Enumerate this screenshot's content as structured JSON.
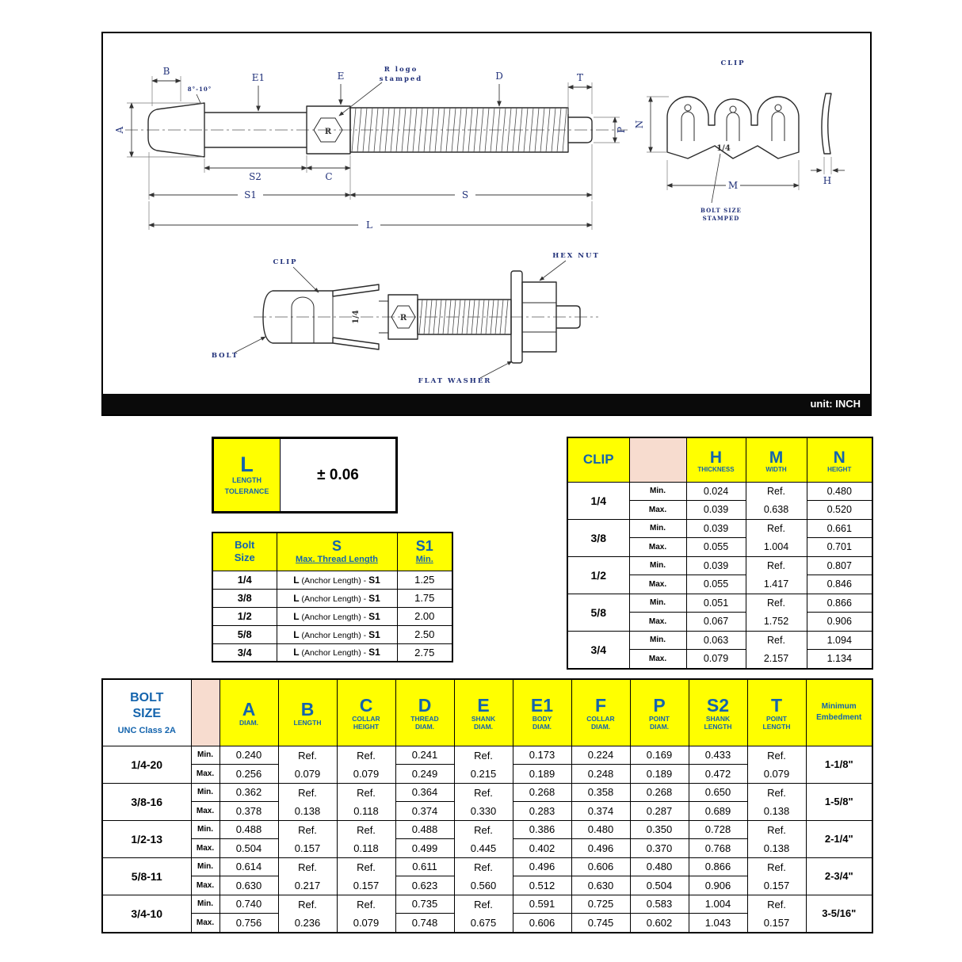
{
  "unit_label": "unit: INCH",
  "labels": {
    "min": "Min.",
    "max": "Max."
  },
  "drawing": {
    "dims": {
      "A": "A",
      "B": "B",
      "C": "C",
      "D": "D",
      "E": "E",
      "E1": "E1",
      "T": "T",
      "P": "P",
      "S": "S",
      "S1": "S1",
      "S2": "S2",
      "L": "L",
      "M": "M",
      "N": "N",
      "H": "H"
    },
    "annotations": {
      "angle": "8°-10°",
      "r_logo_1": "R logo",
      "r_logo_2": "stamped",
      "r_stamp": "R",
      "size_stamp": "1/4",
      "clip_view_title": "CLIP",
      "bolt_size_stamped_1": "BOLT SIZE",
      "bolt_size_stamped_2": "STAMPED",
      "clip_label": "CLIP",
      "hex_nut_label": "HEX NUT",
      "bolt_label": "BOLT",
      "flat_washer_label": "FLAT WASHER"
    }
  },
  "tolerance_table": {
    "symbol": "L",
    "line1": "LENGTH",
    "line2": "TOLERANCE",
    "value": "± 0.06"
  },
  "thread_table": {
    "header": {
      "col1_line1": "Bolt",
      "col1_line2": "Size",
      "col2_sym": "S",
      "col2_sub": "Max. Thread Length",
      "col3_sym": "S1",
      "col3_sub": "Min."
    },
    "formula": {
      "b1": "L",
      "mid": " (Anchor Length) - ",
      "b2": "S1"
    },
    "rows": [
      {
        "size": "1/4",
        "val": "1.25"
      },
      {
        "size": "3/8",
        "val": "1.75"
      },
      {
        "size": "1/2",
        "val": "2.00"
      },
      {
        "size": "5/8",
        "val": "2.50"
      },
      {
        "size": "3/4",
        "val": "2.75"
      }
    ]
  },
  "clip_table": {
    "title": "CLIP",
    "columns": [
      {
        "sym": "H",
        "sub": "THICKNESS"
      },
      {
        "sym": "M",
        "sub": "WIDTH"
      },
      {
        "sym": "N",
        "sub": "HEIGHT"
      }
    ],
    "rows": [
      {
        "size": "1/4",
        "h_min": "0.024",
        "h_max": "0.039",
        "m_ref": "Ref.",
        "m_val": "0.638",
        "n_min": "0.480",
        "n_max": "0.520"
      },
      {
        "size": "3/8",
        "h_min": "0.039",
        "h_max": "0.055",
        "m_ref": "Ref.",
        "m_val": "1.004",
        "n_min": "0.661",
        "n_max": "0.701"
      },
      {
        "size": "1/2",
        "h_min": "0.039",
        "h_max": "0.055",
        "m_ref": "Ref.",
        "m_val": "1.417",
        "n_min": "0.807",
        "n_max": "0.846"
      },
      {
        "size": "5/8",
        "h_min": "0.051",
        "h_max": "0.067",
        "m_ref": "Ref.",
        "m_val": "1.752",
        "n_min": "0.866",
        "n_max": "0.906"
      },
      {
        "size": "3/4",
        "h_min": "0.063",
        "h_max": "0.079",
        "m_ref": "Ref.",
        "m_val": "2.157",
        "n_min": "1.094",
        "n_max": "1.134"
      }
    ]
  },
  "main_table": {
    "title1": "BOLT",
    "title2": "SIZE",
    "title3": "UNC Class 2A",
    "embed_label": "Minimum\nEmbedment",
    "columns": [
      {
        "sym": "A",
        "sub": "DIAM."
      },
      {
        "sym": "B",
        "sub": "LENGTH"
      },
      {
        "sym": "C",
        "sub": "COLLAR\nHEIGHT"
      },
      {
        "sym": "D",
        "sub": "THREAD\nDIAM."
      },
      {
        "sym": "E",
        "sub": "SHANK\nDIAM."
      },
      {
        "sym": "E1",
        "sub": "BODY\nDIAM."
      },
      {
        "sym": "F",
        "sub": "COLLAR\nDIAM."
      },
      {
        "sym": "P",
        "sub": "POINT\nDIAM."
      },
      {
        "sym": "S2",
        "sub": "SHANK\nLENGTH"
      },
      {
        "sym": "T",
        "sub": "POINT\nLENGTH"
      }
    ],
    "rows": [
      {
        "size": "1/4-20",
        "a_min": "0.240",
        "a_max": "0.256",
        "b_ref": "Ref.",
        "b_val": "0.079",
        "c_ref": "Ref.",
        "c_val": "0.079",
        "d_min": "0.241",
        "d_max": "0.249",
        "e_ref": "Ref.",
        "e_val": "0.215",
        "e1_min": "0.173",
        "e1_max": "0.189",
        "f_min": "0.224",
        "f_max": "0.248",
        "p_min": "0.169",
        "p_max": "0.189",
        "s2_min": "0.433",
        "s2_max": "0.472",
        "t_ref": "Ref.",
        "t_val": "0.079",
        "embed": "1-1/8\""
      },
      {
        "size": "3/8-16",
        "a_min": "0.362",
        "a_max": "0.378",
        "b_ref": "Ref.",
        "b_val": "0.138",
        "c_ref": "Ref.",
        "c_val": "0.118",
        "d_min": "0.364",
        "d_max": "0.374",
        "e_ref": "Ref.",
        "e_val": "0.330",
        "e1_min": "0.268",
        "e1_max": "0.283",
        "f_min": "0.358",
        "f_max": "0.374",
        "p_min": "0.268",
        "p_max": "0.287",
        "s2_min": "0.650",
        "s2_max": "0.689",
        "t_ref": "Ref.",
        "t_val": "0.138",
        "embed": "1-5/8\""
      },
      {
        "size": "1/2-13",
        "a_min": "0.488",
        "a_max": "0.504",
        "b_ref": "Ref.",
        "b_val": "0.157",
        "c_ref": "Ref.",
        "c_val": "0.118",
        "d_min": "0.488",
        "d_max": "0.499",
        "e_ref": "Ref.",
        "e_val": "0.445",
        "e1_min": "0.386",
        "e1_max": "0.402",
        "f_min": "0.480",
        "f_max": "0.496",
        "p_min": "0.350",
        "p_max": "0.370",
        "s2_min": "0.728",
        "s2_max": "0.768",
        "t_ref": "Ref.",
        "t_val": "0.138",
        "embed": "2-1/4\""
      },
      {
        "size": "5/8-11",
        "a_min": "0.614",
        "a_max": "0.630",
        "b_ref": "Ref.",
        "b_val": "0.217",
        "c_ref": "Ref.",
        "c_val": "0.157",
        "d_min": "0.611",
        "d_max": "0.623",
        "e_ref": "Ref.",
        "e_val": "0.560",
        "e1_min": "0.496",
        "e1_max": "0.512",
        "f_min": "0.606",
        "f_max": "0.630",
        "p_min": "0.480",
        "p_max": "0.504",
        "s2_min": "0.866",
        "s2_max": "0.906",
        "t_ref": "Ref.",
        "t_val": "0.157",
        "embed": "2-3/4\""
      },
      {
        "size": "3/4-10",
        "a_min": "0.740",
        "a_max": "0.756",
        "b_ref": "Ref.",
        "b_val": "0.236",
        "c_ref": "Ref.",
        "c_val": "0.079",
        "d_min": "0.735",
        "d_max": "0.748",
        "e_ref": "Ref.",
        "e_val": "0.675",
        "e1_min": "0.591",
        "e1_max": "0.606",
        "f_min": "0.725",
        "f_max": "0.745",
        "p_min": "0.583",
        "p_max": "0.602",
        "s2_min": "1.004",
        "s2_max": "1.043",
        "t_ref": "Ref.",
        "t_val": "0.157",
        "embed": "3-5/16\""
      }
    ]
  }
}
